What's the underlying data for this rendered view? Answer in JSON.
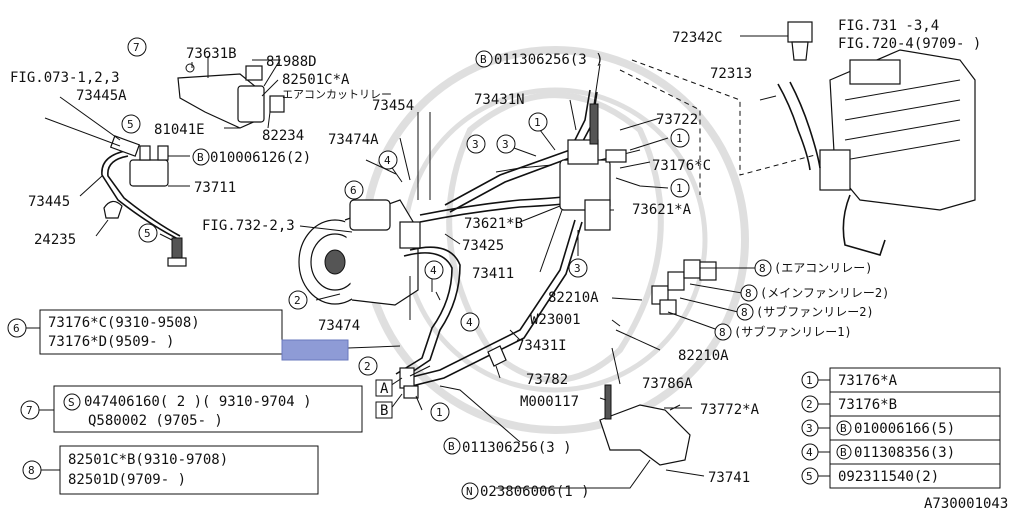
{
  "labels": {
    "fig073": "FIG.073-1,2,3",
    "p73445a": "73445A",
    "p73631b": "73631B",
    "p81988d": "81988D",
    "p82501ca": "82501C*A",
    "relay_jp": "エアコンカットリレー",
    "p73454": "73454",
    "p81041e": "81041E",
    "p82234": "82234",
    "p73474a": "73474A",
    "b010006126": "010006126(2)",
    "p73711": "73711",
    "p73445": "73445",
    "p24235": "24235",
    "fig732": "FIG.732-2,3",
    "p73425": "73425",
    "p73474": "73474",
    "b011306256_top": "011306256(3 )",
    "p73431n": "73431N",
    "p73722": "73722",
    "p73176c": "73176*C",
    "p73621b": "73621*B",
    "p73621a": "73621*A",
    "p73411": "73411",
    "p72342c": "72342C",
    "fig731": "FIG.731 -3,4",
    "fig720": "FIG.720-4(9709- )",
    "p72313": "72313",
    "p82210a_top": "82210A",
    "w23001": "W23001",
    "p73431i": "73431I",
    "p82210a_bot": "82210A",
    "p73782": "73782",
    "p73786a": "73786A",
    "m000117": "M000117",
    "p73772a": "73772*A",
    "b011306256_bot": "011306256(3 )",
    "p73741": "73741",
    "n023806006": "023806006(1 )",
    "relay1": "(エアコンリレー)",
    "relay2": "(メインファンリレー2)",
    "relay3": "(サブファンリレー2)",
    "relay4": "(サブファンリレー1)",
    "box_a": "A",
    "box_b": "B",
    "footer": "A730001043"
  },
  "callouts": {
    "c1": "1",
    "c2": "2",
    "c3": "3",
    "c4": "4",
    "c5": "5",
    "c6": "6",
    "c7": "7",
    "c8": "8",
    "cS": "S",
    "cB": "B",
    "cN": "N"
  },
  "boxes": {
    "box6": {
      "line1": "73176*C(9310-9508)",
      "line2": "73176*D(9509-   )"
    },
    "box7": {
      "line1": "047406160( 2 )( 9310-9704 )",
      "line2": "Q580002 (9705-   )"
    },
    "box8": {
      "line1": "82501C*B(9310-9708)",
      "line2": "82501D(9709-   )"
    }
  },
  "legend": [
    {
      "num": "1",
      "prefix": "",
      "part": "73176*A"
    },
    {
      "num": "2",
      "prefix": "",
      "part": "73176*B"
    },
    {
      "num": "3",
      "prefix": "B",
      "part": "010006166(5)"
    },
    {
      "num": "4",
      "prefix": "B",
      "part": "011308356(3)"
    },
    {
      "num": "5",
      "prefix": "",
      "part": "092311540(2)"
    }
  ],
  "colors": {
    "line": "#111111",
    "highlight": "#8e9bd6"
  }
}
